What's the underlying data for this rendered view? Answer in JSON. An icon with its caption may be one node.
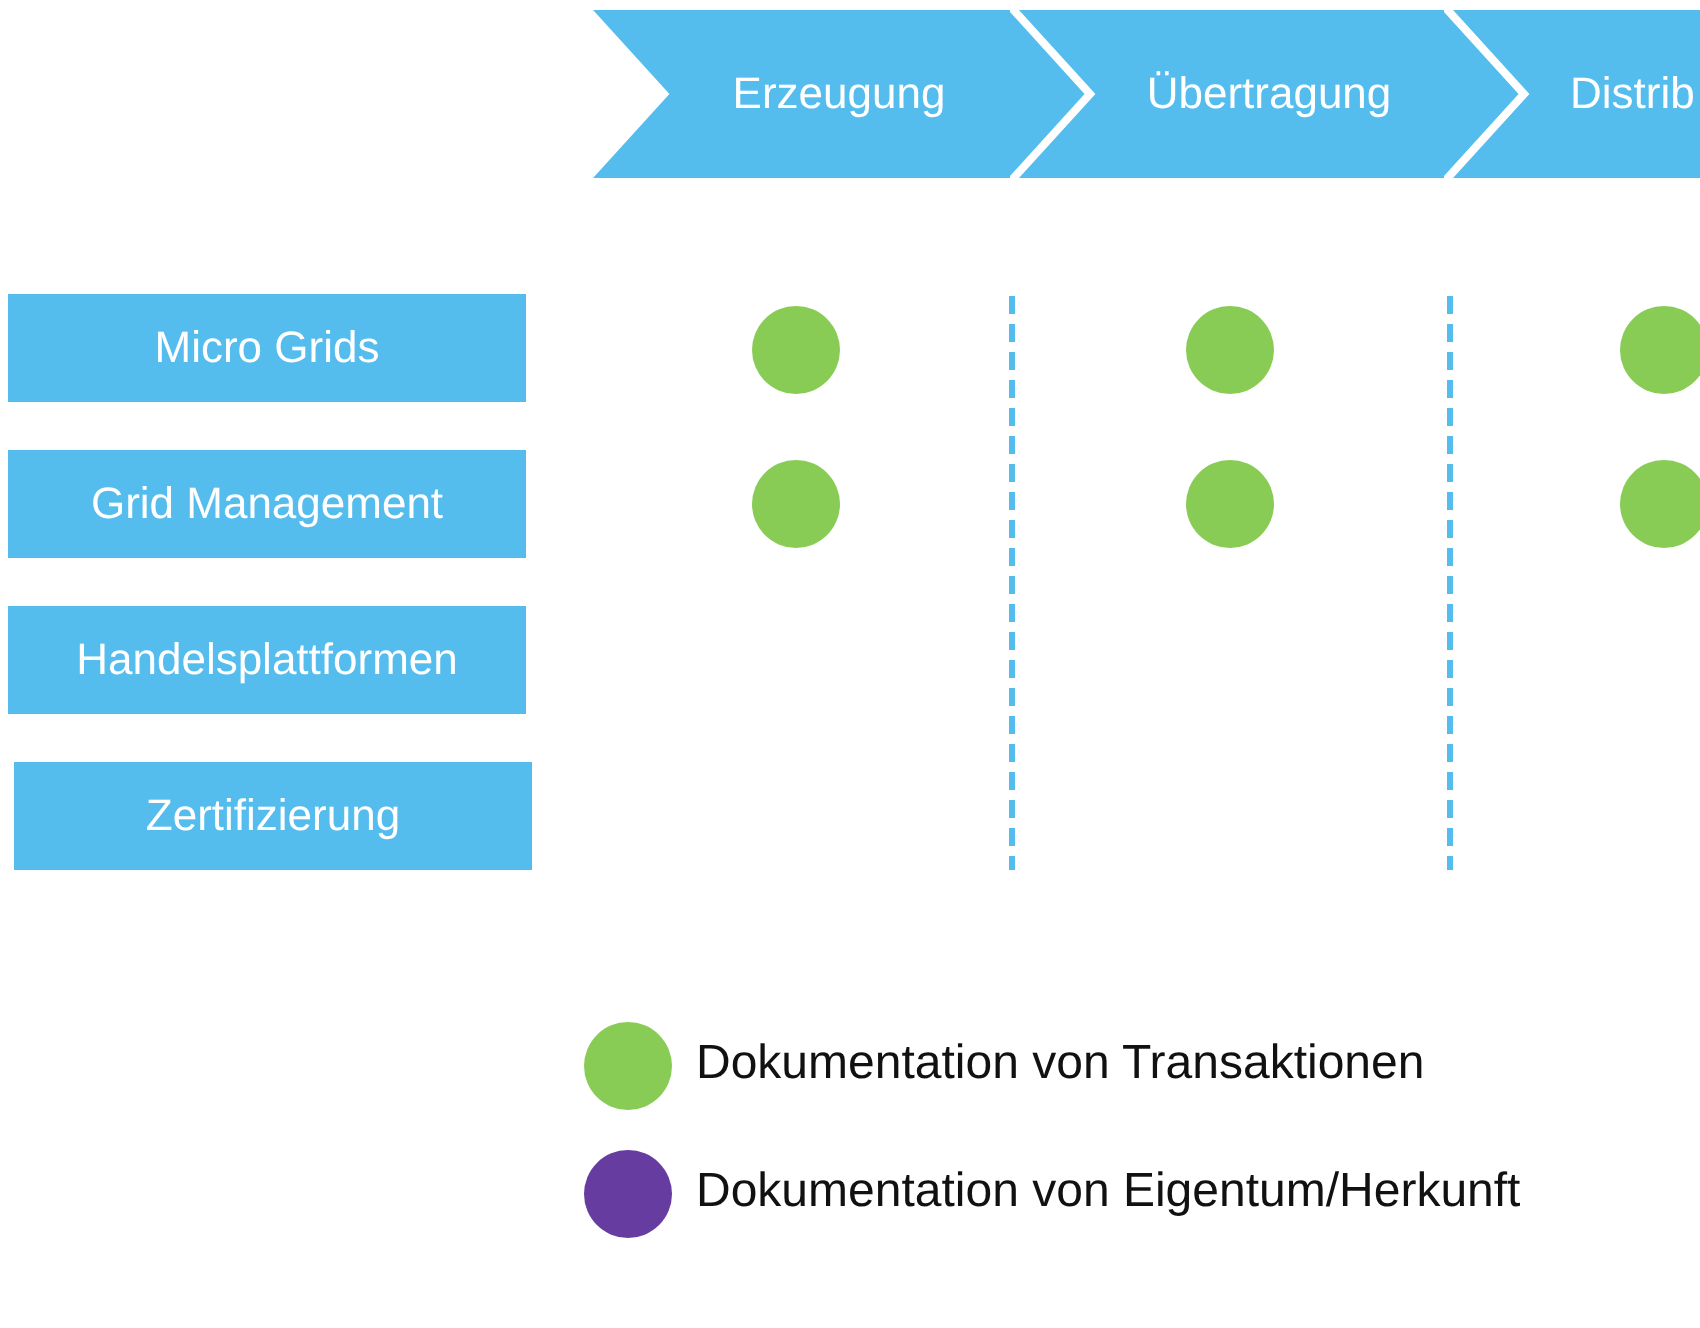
{
  "diagram": {
    "nodes": [
      {
        "text": [
          "Erzeugung"
        ]
      },
      {
        "text": [
          "Übertragung"
        ]
      },
      {
        "text": [
          "Distrib"
        ]
      },
      {
        "text": [
          "Micro Grids"
        ]
      },
      {
        "text": [
          "Grid Management"
        ]
      },
      {
        "text": [
          "Handelsplattformen"
        ]
      },
      {
        "text": [
          "Zertifizierung"
        ]
      }
    ],
    "legend": [
      {
        "text": "Dokumentation von Transaktionen",
        "color": "#88cc55"
      },
      {
        "text": "Dokumentation von Eigentum/Herkunft",
        "color": "#673ca0"
      }
    ]
  }
}
